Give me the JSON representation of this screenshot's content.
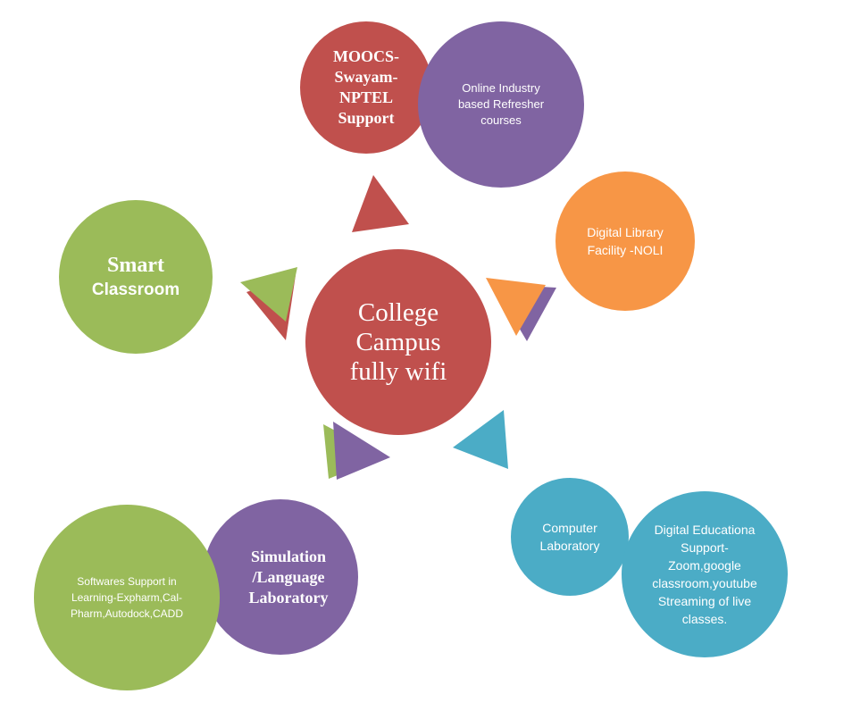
{
  "center": {
    "text": "College\nCampus\nfully wifi"
  },
  "moocs": {
    "text": "MOOCS-\nSwayam-\nNPTEL\nSupport"
  },
  "online_courses": {
    "text": "Online Industry\nbased Refresher\ncourses"
  },
  "digital_library": {
    "text": "Digital Library\nFacility -NOLI"
  },
  "smart_classroom": {
    "line1": "Smart",
    "line2": "Classroom"
  },
  "simulation_lab": {
    "text": "Simulation\n/Language\nLaboratory"
  },
  "software_support": {
    "text": "Softwares Support in\nLearning-Expharm,Cal-\nPharm,Autodock,CADD"
  },
  "computer_lab": {
    "text": "Computer\nLaboratory"
  },
  "digital_education": {
    "text": "Digital Educationa\nSupport-\nZoom,google\nclassroom,youtube\nStreaming of live\nclasses."
  },
  "colors": {
    "red": "#c0504d",
    "purple": "#8064a2",
    "orange": "#f79646",
    "green": "#9bbb59",
    "blue": "#4bacc6"
  }
}
